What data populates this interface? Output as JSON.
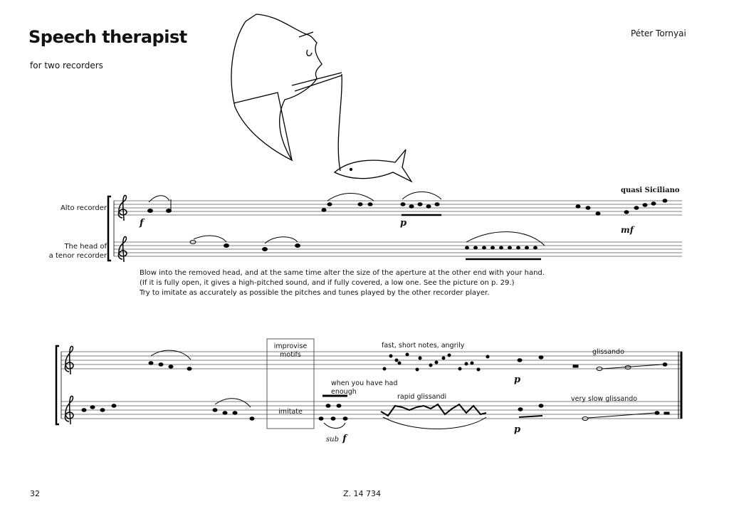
{
  "header": {
    "title": "Speech therapist",
    "subtitle": "for two recorders",
    "composer": "Péter Tornyai"
  },
  "instruments": {
    "alto": "Alto recorder",
    "head_line1": "The head of",
    "head_line2": "a tenor recorder"
  },
  "instructions": [
    "Blow into the removed head, and at the same time alter the size of the aperture at the other end with your hand.",
    "(If it is fully open, it gives a high-pitched sound, and if fully covered, a low one. See the picture on p. 29.)",
    "Try to imitate as accurately as possible the pitches and tunes played by the other recorder player."
  ],
  "markings": {
    "quasi_siciliano": "quasi Siciliano",
    "improvise_1": "improvise",
    "improvise_2": "motifs",
    "imitate": "imitate",
    "fast": "fast, short notes, angrily",
    "enough_1": "when you have had",
    "enough_2": "enough",
    "rapid": "rapid glissandi",
    "glissando": "glissando",
    "slow_gliss": "very slow glissando",
    "sub": "sub",
    "f": "f",
    "p": "p",
    "mf": "mf"
  },
  "footer": {
    "page": "32",
    "catalog": "Z. 14 734"
  }
}
